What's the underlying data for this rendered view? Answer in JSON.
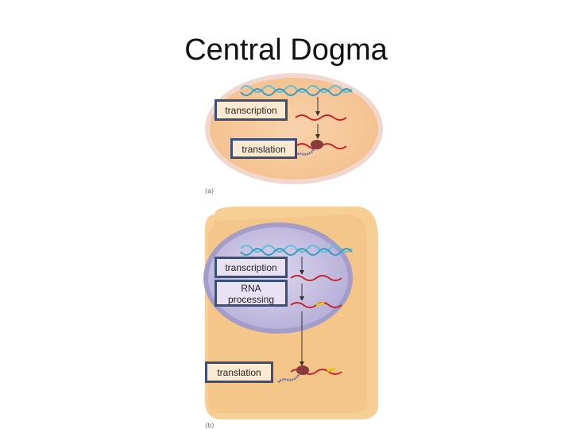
{
  "title": "Central Dogma",
  "panel_a": {
    "letter": "(a)",
    "labels": {
      "transcription": "transcription",
      "translation": "translation"
    }
  },
  "panel_b": {
    "letter": "(b)",
    "labels": {
      "transcription": "transcription",
      "rna_processing": "RNA processing",
      "translation": "translation"
    }
  },
  "colors": {
    "cell_fill": "#f6c89a",
    "cell_border": "#e8b8a8",
    "nucleus_fill": "#c9c3e3",
    "dna": "#5fc0d8",
    "mrna": "#c8232b",
    "ribosome": "#8a3a3a",
    "label_border": "#3a4f7c"
  }
}
